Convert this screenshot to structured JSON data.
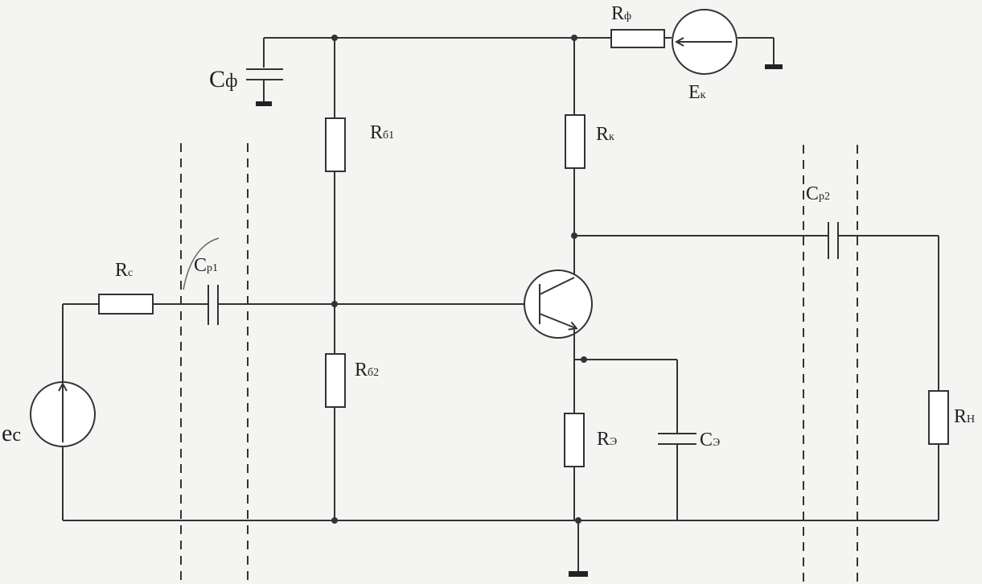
{
  "diagram": {
    "labels": {
      "rf": {
        "main": "R",
        "sub": "ф"
      },
      "ek": {
        "main": "E",
        "sub": "к"
      },
      "cf": {
        "main": "C",
        "sub": "ф"
      },
      "rb1": {
        "main": "R",
        "sub": "б1"
      },
      "rk": {
        "main": "R",
        "sub": "к"
      },
      "cp2": {
        "main": "C",
        "sub": "p2"
      },
      "rc": {
        "main": "R",
        "sub": "c"
      },
      "cp1": {
        "main": "C",
        "sub": "p1"
      },
      "rb2": {
        "main": "R",
        "sub": "б2"
      },
      "re": {
        "main": "R",
        "sub": "Э"
      },
      "ce": {
        "main": "C",
        "sub": "Э"
      },
      "rn": {
        "main": "R",
        "sub": "Н"
      },
      "ec": {
        "main": "e",
        "sub": "c"
      }
    }
  }
}
